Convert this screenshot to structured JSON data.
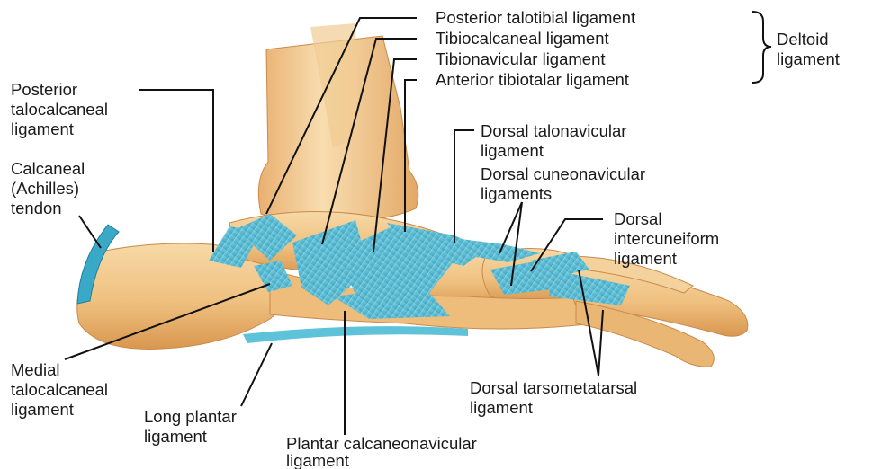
{
  "labels": {
    "posterior_talotibial": "Posterior talotibial ligament",
    "tibiocalcaneal": "Tibiocalcaneal ligament",
    "tibionavicular": "Tibionavicular ligament",
    "anterior_tibiotalar": "Anterior tibiotalar ligament",
    "deltoid_1": "Deltoid",
    "deltoid_2": "ligament",
    "posterior_talocalcaneal_1": "Posterior",
    "posterior_talocalcaneal_2": "talocalcaneal",
    "posterior_talocalcaneal_3": "ligament",
    "calcaneal_tendon_1": "Calcaneal",
    "calcaneal_tendon_2": "(Achilles)",
    "calcaneal_tendon_3": "tendon",
    "dorsal_talonavicular_1": "Dorsal talonavicular",
    "dorsal_talonavicular_2": "ligament",
    "dorsal_cuneonavicular_1": "Dorsal cuneonavicular",
    "dorsal_cuneonavicular_2": "ligaments",
    "dorsal_intercuneiform_1": "Dorsal",
    "dorsal_intercuneiform_2": "intercuneiform",
    "dorsal_intercuneiform_3": "ligament",
    "medial_talocalcaneal_1": "Medial",
    "medial_talocalcaneal_2": "talocalcaneal",
    "medial_talocalcaneal_3": "ligament",
    "long_plantar_1": "Long plantar",
    "long_plantar_2": "ligament",
    "plantar_calcaneonavicular_1": "Plantar calcaneonavicular",
    "plantar_calcaneonavicular_2": "ligament",
    "dorsal_tarsometatarsal_1": "Dorsal tarsometatarsal",
    "dorsal_tarsometatarsal_2": "ligament"
  },
  "colors": {
    "bone": "#f2c78a",
    "bone_shadow": "#d99a5a",
    "ligament": "#4fb8cf",
    "leader": "#111111"
  }
}
